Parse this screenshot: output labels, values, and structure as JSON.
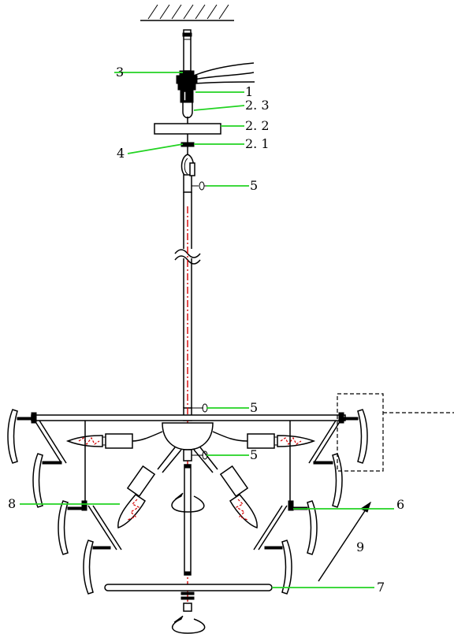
{
  "labels": {
    "l1": "1",
    "l2_1": "2. 1",
    "l2_2": "2. 2",
    "l2_3": "2. 3",
    "l3": "3",
    "l4": "4",
    "l5a": "5",
    "l5b": "5",
    "l5c": "5",
    "l6": "6",
    "l7": "7",
    "l8": "8",
    "l9": "9"
  },
  "colors": {
    "leader": "#22d322",
    "axis": "#d40000",
    "line": "#000000"
  }
}
